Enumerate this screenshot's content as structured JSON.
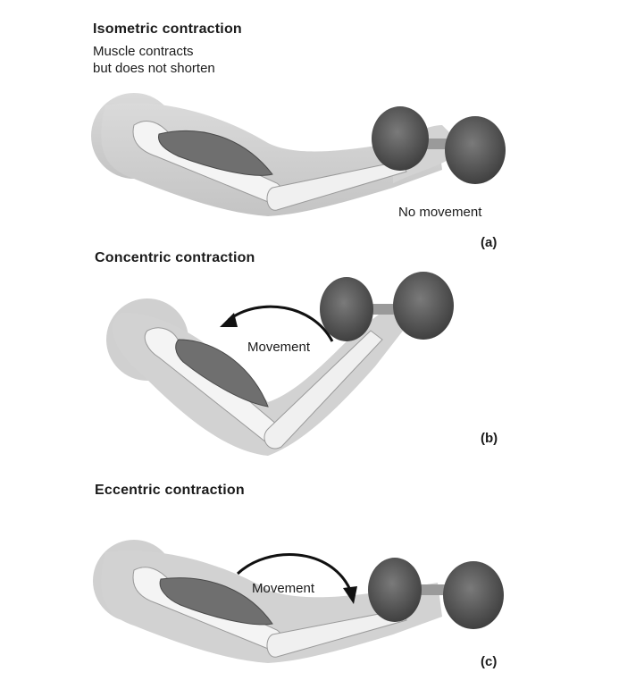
{
  "panel_a": {
    "title": "Isometric contraction",
    "subtitle_line1": "Muscle contracts",
    "subtitle_line2": "but does not shorten",
    "note": "No movement",
    "tag": "(a)"
  },
  "panel_b": {
    "title": "Concentric contraction",
    "arrow_label": "Movement",
    "tag": "(b)"
  },
  "panel_c": {
    "title": "Eccentric contraction",
    "arrow_label": "Movement",
    "tag": "(c)"
  },
  "colors": {
    "skin": "#cfcfcf",
    "bone": "#f2f2f2",
    "muscle": "#6f6f6f",
    "weight": "#5a5a5a",
    "arrow": "#111111"
  }
}
